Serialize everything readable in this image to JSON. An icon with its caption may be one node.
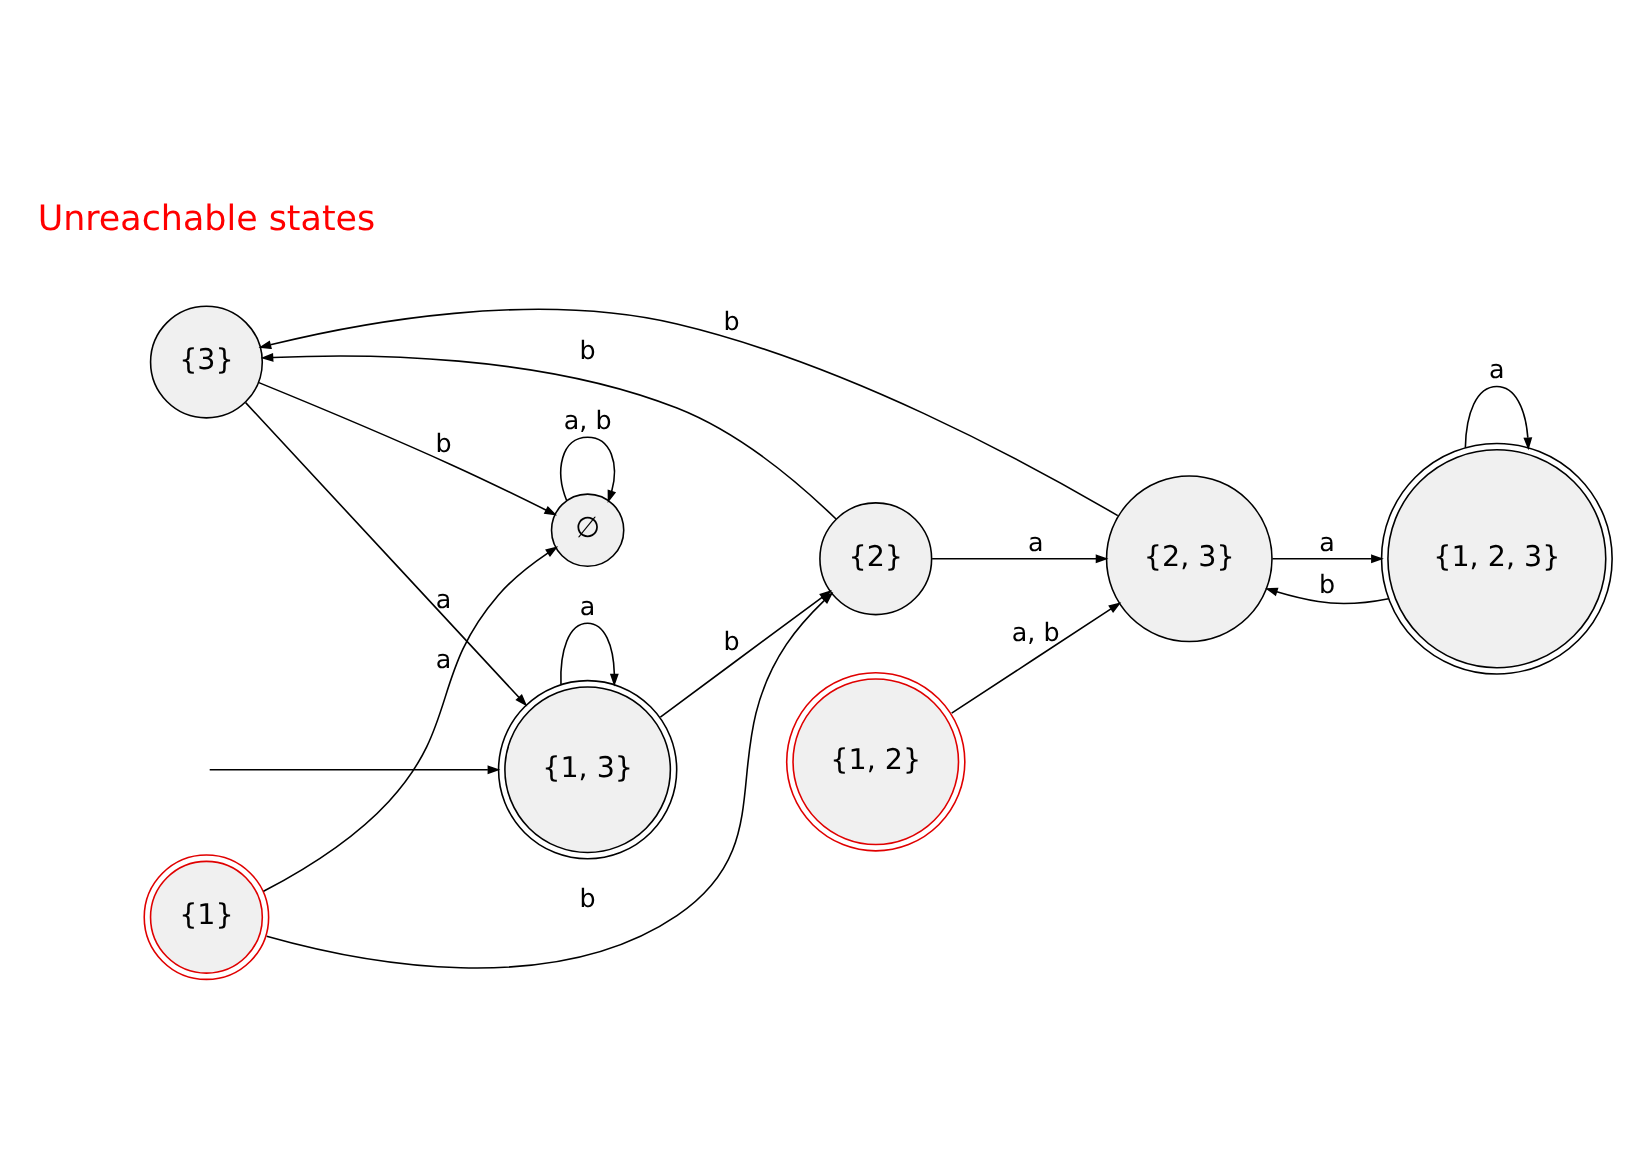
{
  "diagram": {
    "nodes": [
      {
        "text": [
          "∅"
        ]
      },
      {
        "text": [
          "{3}"
        ]
      },
      {
        "text": [
          "{1, 3}"
        ]
      },
      {
        "text": [
          "{1, 2, 3}"
        ]
      },
      {
        "text": [
          "{2}"
        ]
      },
      {
        "text": [
          "{2, 3}"
        ]
      },
      {
        "text": [
          "{1, 2}"
        ]
      },
      {
        "text": [
          "{1}"
        ]
      }
    ],
    "edges": [
      {
        "from": 0,
        "to": 0,
        "arrow": "to",
        "label": "a, b"
      },
      {
        "from": 1,
        "to": 0,
        "arrow": "to",
        "label": "b"
      },
      {
        "from": 1,
        "to": 2,
        "arrow": "to",
        "label": "a"
      },
      {
        "from": null,
        "to": 2,
        "arrow": "to"
      },
      {
        "from": 2,
        "to": 2,
        "arrow": "to",
        "label": "a"
      },
      {
        "from": 2,
        "to": 4,
        "arrow": "to",
        "label": "b"
      },
      {
        "from": 4,
        "to": 1,
        "arrow": "to",
        "label": "b"
      },
      {
        "from": 4,
        "to": 5,
        "arrow": "to",
        "label": "a"
      },
      {
        "from": 5,
        "to": 1,
        "arrow": "to",
        "label": "b"
      },
      {
        "from": 5,
        "to": 3,
        "arrow": "to",
        "label": "a"
      },
      {
        "from": 3,
        "to": 5,
        "arrow": "to",
        "label": "b"
      },
      {
        "from": 3,
        "to": 3,
        "arrow": "to",
        "label": "a"
      },
      {
        "from": 6,
        "to": 5,
        "arrow": "to",
        "label": "a, b"
      },
      {
        "from": 7,
        "to": 0,
        "arrow": "to",
        "label": "a"
      },
      {
        "from": 7,
        "to": 4,
        "arrow": "to",
        "label": "b"
      }
    ],
    "labels": [
      "Unreachable states"
    ]
  }
}
